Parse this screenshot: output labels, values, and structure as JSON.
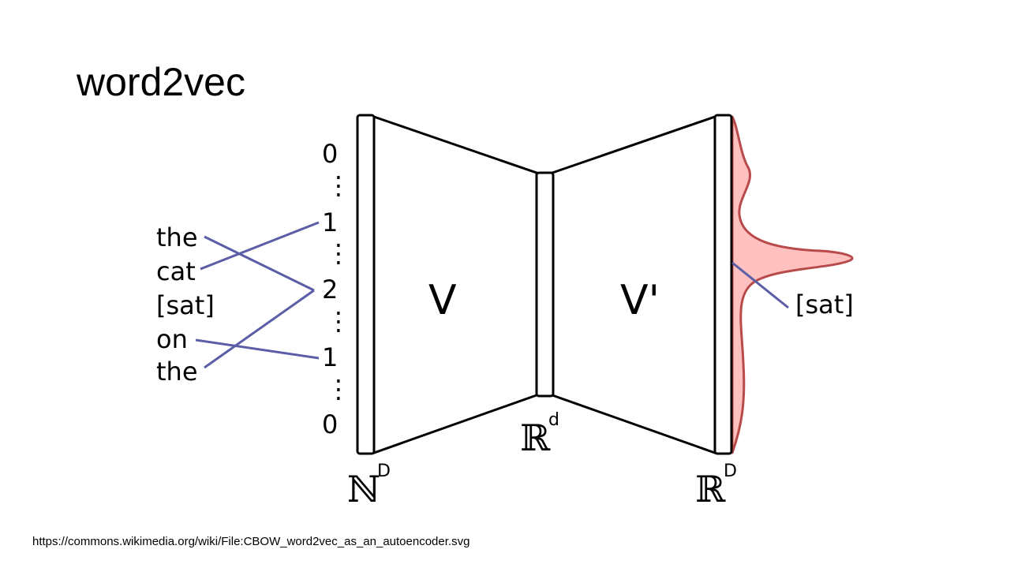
{
  "title": "word2vec",
  "source": "https://commons.wikimedia.org/wiki/File:CBOW_word2vec_as_an_autoencoder.svg",
  "colors": {
    "connector": "#5b5ea6",
    "distribution_fill": "#ffc0c0",
    "distribution_stroke": "#b84a4a"
  },
  "context_words": [
    "the",
    "cat",
    "[sat]",
    "on",
    "the"
  ],
  "input_vector": {
    "values": [
      "0",
      "1",
      "2",
      "1",
      "0"
    ],
    "ellipsis": "⋮"
  },
  "encoder_label": "V",
  "decoder_label": "V'",
  "input_space": {
    "symbol": "ℕ",
    "exponent": "D"
  },
  "hidden_space": {
    "symbol": "ℝ",
    "exponent": "d"
  },
  "output_space": {
    "symbol": "ℝ",
    "exponent": "D"
  },
  "output_word": "[sat]"
}
